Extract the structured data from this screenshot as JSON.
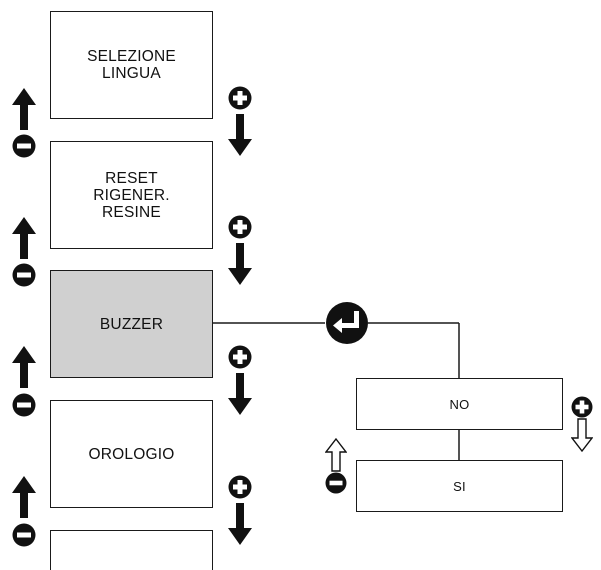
{
  "menu": {
    "items": [
      {
        "lines": [
          "SELEZIONE",
          "LINGUA"
        ]
      },
      {
        "lines": [
          "RESET",
          "RIGENER.",
          "RESINE"
        ]
      },
      {
        "lines": [
          "BUZZER"
        ],
        "active": true
      },
      {
        "lines": [
          "OROLOGIO"
        ]
      },
      {
        "lines": []
      }
    ]
  },
  "submenu": {
    "items": [
      {
        "label": "NO"
      },
      {
        "label": "SI"
      }
    ]
  },
  "icons": {
    "up": "arrow-up-icon",
    "down": "arrow-down-icon",
    "plus": "plus-button-icon",
    "minus": "minus-button-icon",
    "enter": "enter-button-icon",
    "outline_up": "outline-arrow-up-icon",
    "outline_down": "outline-arrow-down-icon"
  },
  "colors": {
    "line": "#1a1a1a",
    "active_fill": "#d0d0d0"
  }
}
